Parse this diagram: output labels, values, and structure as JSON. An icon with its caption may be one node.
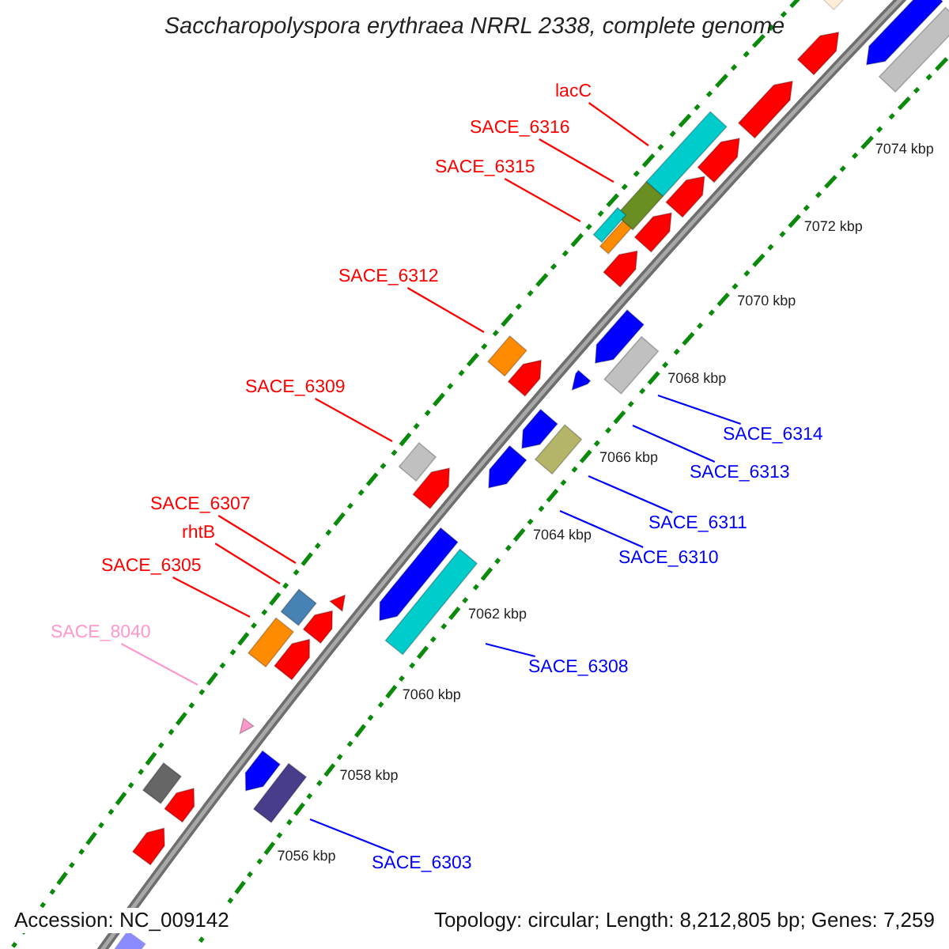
{
  "diagram": {
    "title": "Saccharopolyspora erythraea NRRL 2338, complete genome",
    "nodes": [
      {
        "text": [
          "lacC"
        ]
      },
      {
        "text": [
          "SACE_6316"
        ]
      },
      {
        "text": [
          "SACE_6315"
        ]
      },
      {
        "text": [
          "SACE_6312"
        ]
      },
      {
        "text": [
          "SACE_6309"
        ]
      },
      {
        "text": [
          "SACE_6314"
        ]
      },
      {
        "text": [
          "SACE_6313"
        ]
      },
      {
        "text": [
          "SACE_6307"
        ]
      },
      {
        "text": [
          "SACE_6311"
        ]
      },
      {
        "text": [
          "rhtB"
        ]
      },
      {
        "text": [
          "SACE_6310"
        ]
      },
      {
        "text": [
          "SACE_6305"
        ]
      },
      {
        "text": [
          "SACE_8040"
        ]
      },
      {
        "text": [
          "SACE_6308"
        ]
      },
      {
        "text": [
          "SACE_6303"
        ]
      }
    ],
    "edges": [
      {
        "from": 0,
        "to": null,
        "arrow": "none"
      },
      {
        "from": 1,
        "to": null,
        "arrow": "none"
      },
      {
        "from": 2,
        "to": null,
        "arrow": "none"
      },
      {
        "from": 3,
        "to": null,
        "arrow": "none"
      },
      {
        "from": 4,
        "to": null,
        "arrow": "none"
      },
      {
        "from": 5,
        "to": null,
        "arrow": "none",
        "color": "#0000ff"
      },
      {
        "from": 6,
        "to": null,
        "arrow": "none",
        "color": "#0000ff"
      },
      {
        "from": 7,
        "to": null,
        "arrow": "none"
      },
      {
        "from": 8,
        "to": null,
        "arrow": "none",
        "color": "#0000ff"
      },
      {
        "from": 9,
        "to": null,
        "arrow": "none"
      },
      {
        "from": 10,
        "to": null,
        "arrow": "none",
        "color": "#0000ff"
      },
      {
        "from": 11,
        "to": null,
        "arrow": "none"
      },
      {
        "from": 12,
        "to": null,
        "arrow": "none",
        "color": "#ff99cc"
      },
      {
        "from": 13,
        "to": null,
        "arrow": "none",
        "color": "#0000ff"
      },
      {
        "from": 14,
        "to": null,
        "arrow": "none",
        "color": "#0000ff"
      }
    ],
    "labels": [
      "7074 kbp",
      "7072 kbp",
      "7070 kbp",
      "7068 kbp",
      "7066 kbp",
      "7064 kbp",
      "7062 kbp",
      "7060 kbp",
      "7058 kbp",
      "7056 kbp",
      "Accession: NC_009142",
      "Topology: circular; Length: 8,212,805 bp; Genes: 7,259"
    ]
  }
}
